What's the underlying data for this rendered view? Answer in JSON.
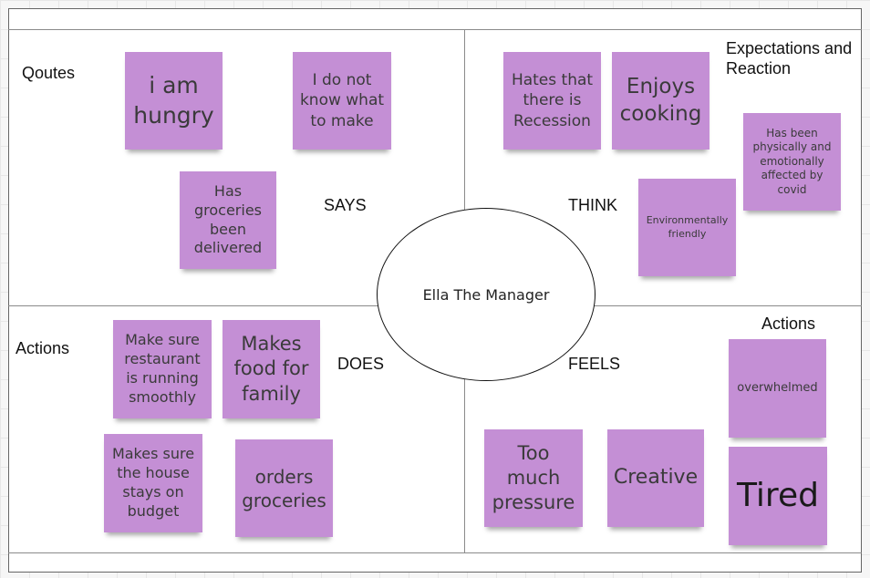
{
  "quadrants": {
    "says": {
      "title": "SAYS",
      "heading": "Qoutes",
      "notes": [
        "i am hungry",
        "I do not know what to make",
        "Has groceries been delivered"
      ]
    },
    "think": {
      "title": "THINK",
      "heading": "Expectations and Reaction",
      "notes": [
        "Hates that there is Recession",
        "Enjoys cooking",
        "Has been physically and emotionally affected by covid",
        "Environmentally friendly"
      ]
    },
    "does": {
      "title": "DOES",
      "heading": "Actions",
      "notes": [
        "Make sure restaurant is running smoothly",
        "Makes food for family",
        "Makes sure the house stays on budget",
        "orders groceries"
      ]
    },
    "feels": {
      "title": "FEELS",
      "heading": "Actions",
      "notes": [
        "overwhelmed",
        "Too much pressure",
        "Creative",
        "Tired"
      ]
    }
  },
  "persona": "Ella The Manager",
  "colors": {
    "note": "#c48fd5",
    "line": "#8a8a8a",
    "board": "#ffffff"
  }
}
